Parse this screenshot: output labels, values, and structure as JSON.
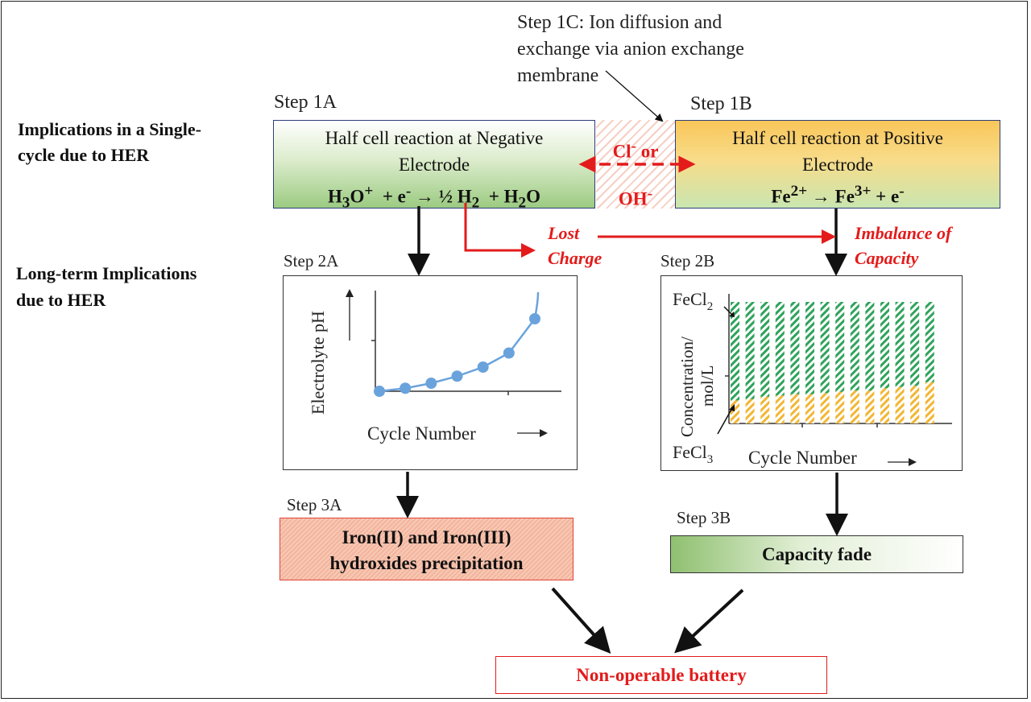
{
  "step1c": {
    "line1": "Step 1C: Ion diffusion and",
    "line2": "exchange via anion exchange",
    "line3": "membrane"
  },
  "left_labels": {
    "single_cycle_line1": "Implications in a Single-",
    "single_cycle_line2": "cycle due to HER",
    "long_term_line1": "Long-term Implications",
    "long_term_line2": "due to HER"
  },
  "step1a": {
    "title": "Step 1A",
    "line1": "Half cell reaction at Negative",
    "line2": "Electrode",
    "equation": {
      "h3o": "H",
      "h3o_sub": "3",
      "h3o_o": "O",
      "h3o_sup": "+",
      "plus_e": "+ e",
      "e_sup": "-",
      "arrow": "→",
      "half_h2": "½ H",
      "h2_sub": "2",
      "plus_h2o": "+ H",
      "h2o_sub": "2",
      "h2o_o": "O"
    }
  },
  "step1b": {
    "title": "Step 1B",
    "line1": "Half cell reaction at Positive",
    "line2": "Electrode",
    "equation": {
      "fe2": "Fe",
      "fe2_sup": "2+",
      "arrow": "→",
      "fe3": "Fe",
      "fe3_sup": "3+",
      "plus_e": "+ e",
      "e_sup": "-"
    }
  },
  "ions": {
    "cl": "Cl",
    "cl_sup": "-",
    "or": " or",
    "oh": "OH",
    "oh_sup": "-"
  },
  "lost_charge": {
    "line1": "Lost",
    "line2": "Charge"
  },
  "imbalance": {
    "line1": "Imbalance of",
    "line2": "Capacity"
  },
  "step2a": {
    "title": "Step 2A",
    "ylabel": "Electrolyte pH",
    "xlabel": "Cycle Number"
  },
  "step2b": {
    "title": "Step 2B",
    "ylabel_line1": "Concentration/",
    "ylabel_line2": "mol/L",
    "xlabel": "Cycle Number",
    "fecl2": "FeCl",
    "fecl2_sub": "2",
    "fecl3": "FeCl",
    "fecl3_sub": "3"
  },
  "step3a": {
    "title": "Step 3A",
    "line1": "Iron(II) and Iron(III)",
    "line2": "hydroxides precipitation"
  },
  "step3b": {
    "title": "Step 3B",
    "label": "Capacity fade"
  },
  "final": {
    "label": "Non-operable battery"
  },
  "colors": {
    "red": "#e31b1b",
    "blue_point": "#6aa3dc",
    "green_bar": "#2fa35b",
    "yellow_bar": "#f2b632",
    "box_border": "#2e3f7a"
  },
  "chart_data": [
    {
      "type": "line",
      "x": [
        1,
        2,
        3,
        4,
        5,
        6,
        7
      ],
      "y": [
        0.0,
        0.03,
        0.08,
        0.15,
        0.24,
        0.38,
        0.72
      ],
      "xlabel": "Cycle Number",
      "ylabel": "Electrolyte pH",
      "note": "qualitative trend, no numeric axis labels"
    },
    {
      "type": "bar",
      "categories": [
        1,
        2,
        3,
        4,
        5,
        6,
        7,
        8,
        9,
        10,
        11,
        12,
        13,
        14
      ],
      "series": [
        {
          "name": "FeCl3",
          "values": [
            0.19,
            0.2,
            0.22,
            0.23,
            0.24,
            0.24,
            0.25,
            0.26,
            0.27,
            0.27,
            0.29,
            0.3,
            0.31,
            0.34
          ]
        },
        {
          "name": "FeCl2",
          "values": [
            0.81,
            0.8,
            0.78,
            0.77,
            0.76,
            0.76,
            0.75,
            0.74,
            0.73,
            0.73,
            0.71,
            0.7,
            0.69,
            0.66
          ]
        }
      ],
      "stacked": true,
      "xlabel": "Cycle Number",
      "ylabel": "Concentration/ mol/L"
    }
  ]
}
